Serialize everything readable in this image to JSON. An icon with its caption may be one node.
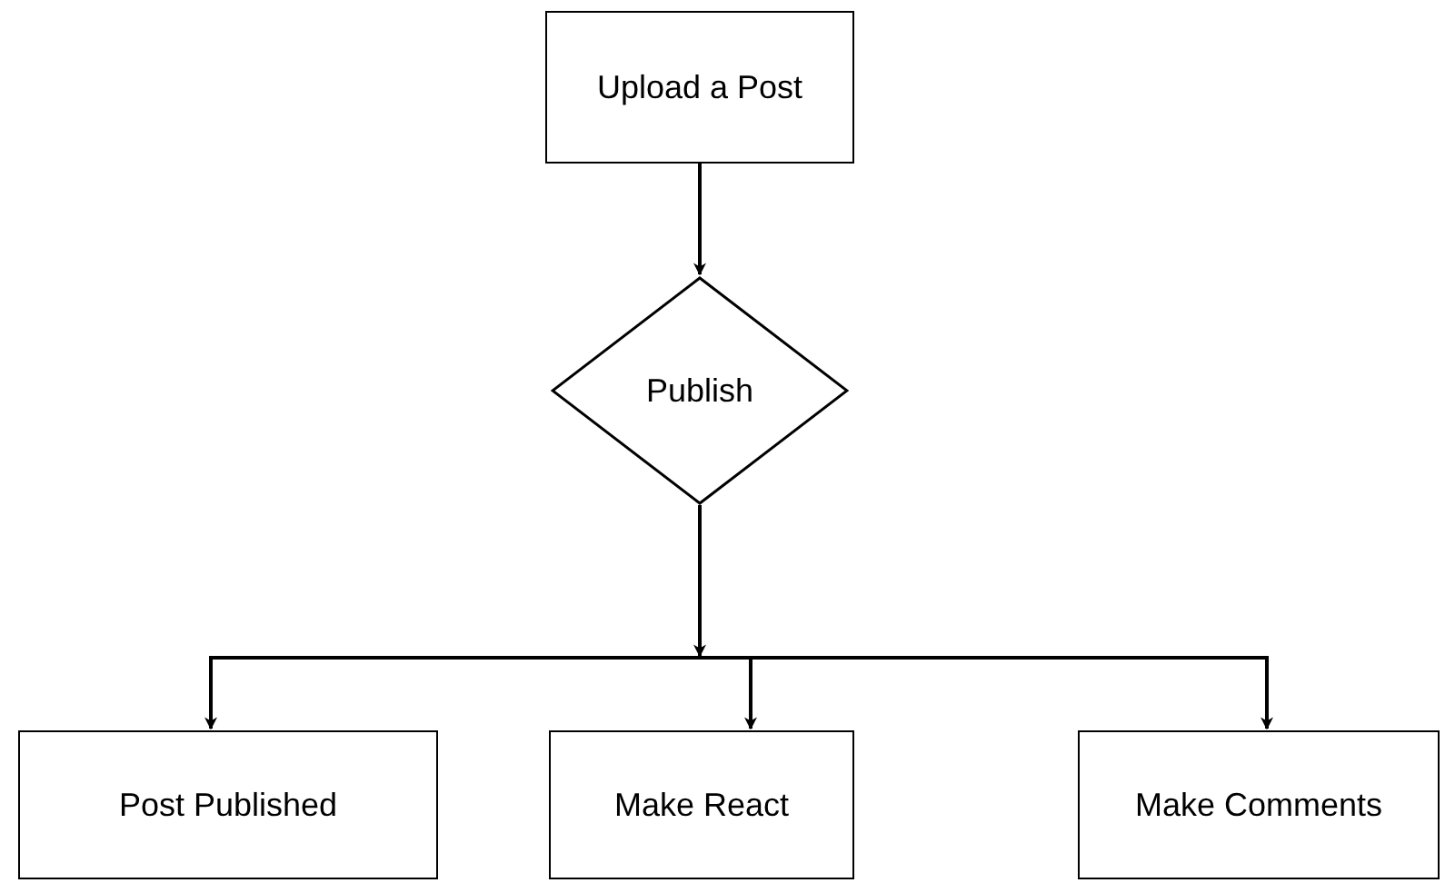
{
  "diagram": {
    "nodes": [
      {
        "text": [
          "Upload a Post"
        ]
      },
      {
        "text": [
          "Publish"
        ]
      },
      {
        "text": [
          "Post Published"
        ]
      },
      {
        "text": [
          "Make React"
        ]
      },
      {
        "text": [
          "Make Comments"
        ]
      }
    ],
    "edges": [
      {
        "from": 0,
        "to": 1,
        "arrow": "to"
      },
      {
        "from": 1,
        "to": 2,
        "arrow": "to"
      },
      {
        "from": 1,
        "to": 3,
        "arrow": "to"
      },
      {
        "from": 1,
        "to": 4,
        "arrow": "to"
      }
    ]
  }
}
